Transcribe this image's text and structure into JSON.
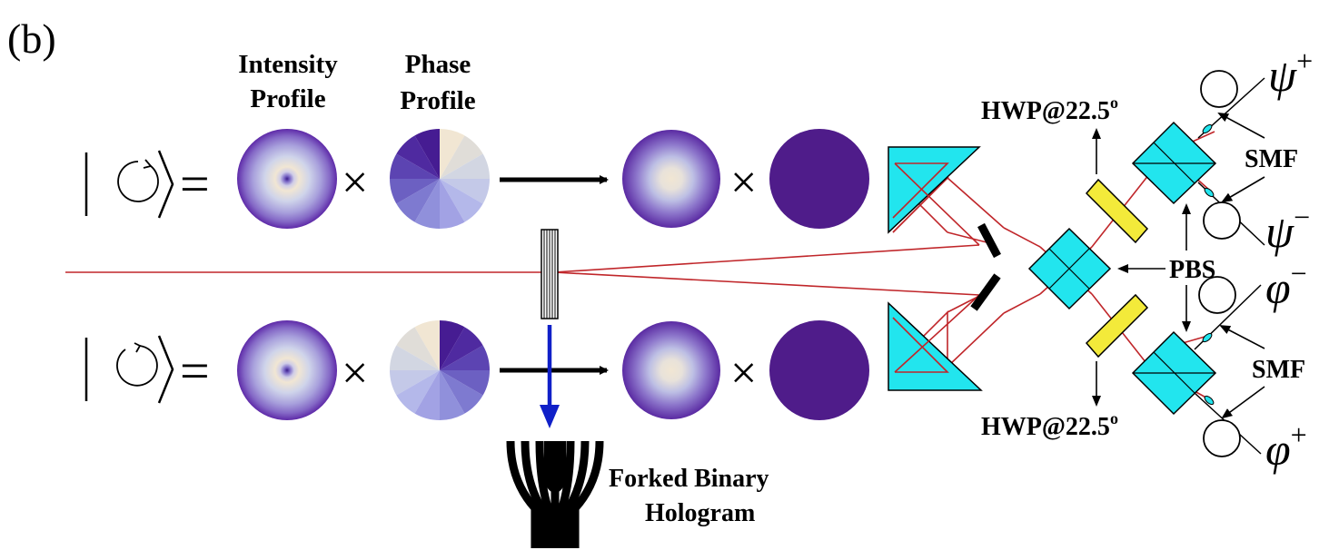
{
  "panel_label": "(b)",
  "profile_headers": {
    "intensity": [
      "Intensity",
      "Profile"
    ],
    "phase": [
      "Phase",
      "Profile"
    ]
  },
  "operators": {
    "equals": "=",
    "times": "×"
  },
  "hologram_label": [
    "Forked Binary",
    "Hologram"
  ],
  "hwp_label": {
    "text": "HWP@22.5",
    "superscript": "o"
  },
  "smf_label": "SMF",
  "pbs_label": "PBS",
  "outputs": {
    "psi_plus": {
      "symbol": "ψ",
      "sign": "+"
    },
    "psi_minus": {
      "symbol": "ψ",
      "sign": "−"
    },
    "phi_minus": {
      "symbol": "φ",
      "sign": "−"
    },
    "phi_plus": {
      "symbol": "φ",
      "sign": "+"
    }
  },
  "colors": {
    "beam": "#c0262a",
    "arrow_blue": "#1020c8",
    "beam_splitter": "#22e5ee",
    "half_wave_plate": "#f3ea3a",
    "phase_dark": "#4f1c8a",
    "intensity_center": "#f1e6d3",
    "intensity_edge": "#5e2aa8"
  }
}
